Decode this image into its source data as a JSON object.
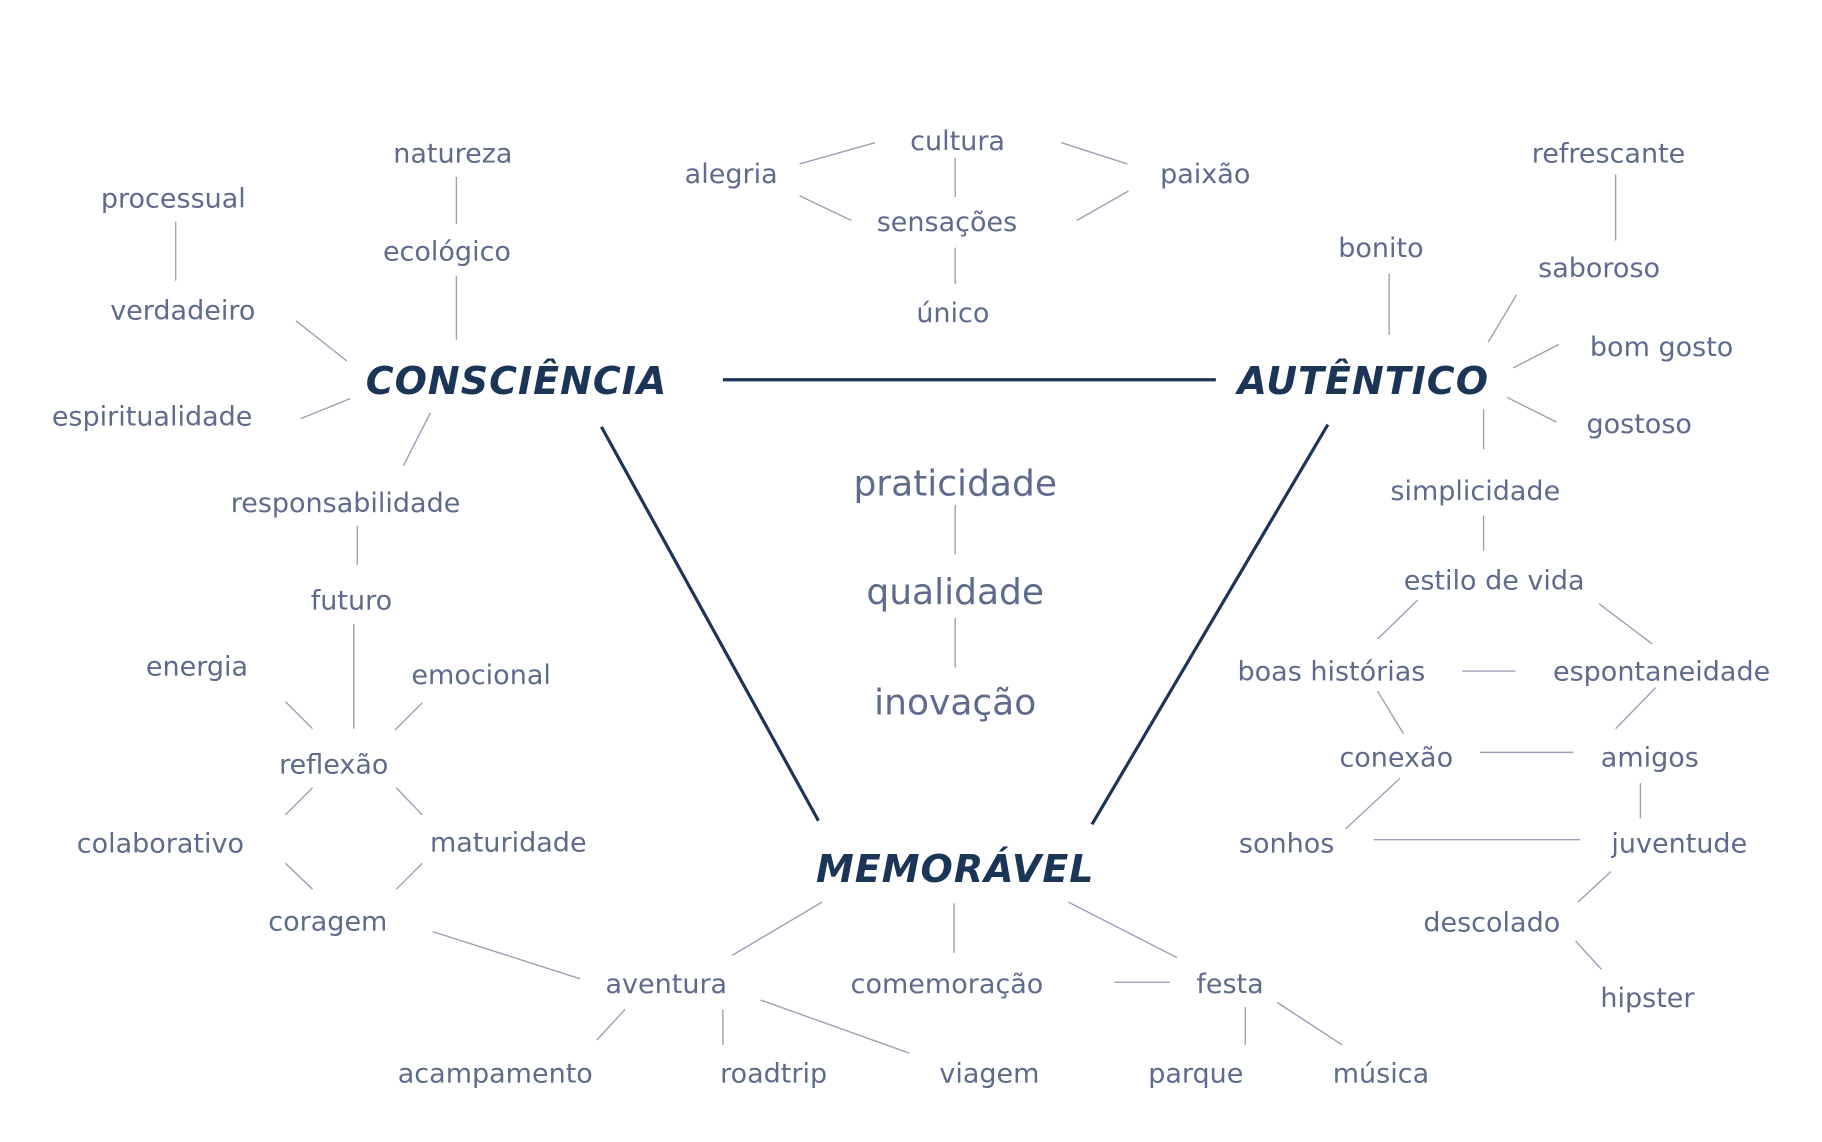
{
  "colors": {
    "hub_text": "#1b3556",
    "word_text": "#5f6b8c",
    "main_line": "#1b3556",
    "thin_line": "#9aa1b7"
  },
  "hubs": [
    {
      "id": "consciencia",
      "label": "CONSCIÊNCIA"
    },
    {
      "id": "autentico",
      "label": "AUTÊNTICO"
    },
    {
      "id": "memoravel",
      "label": "MEMORÁVEL"
    }
  ],
  "center_words": [
    {
      "id": "praticidade",
      "label": "praticidade"
    },
    {
      "id": "qualidade",
      "label": "qualidade"
    },
    {
      "id": "inovacao",
      "label": "inovação"
    }
  ],
  "words": [
    {
      "id": "natureza",
      "label": "natureza"
    },
    {
      "id": "ecologico",
      "label": "ecológico"
    },
    {
      "id": "processual",
      "label": "processual"
    },
    {
      "id": "verdadeiro",
      "label": "verdadeiro"
    },
    {
      "id": "espiritualidade",
      "label": "espiritualidade"
    },
    {
      "id": "responsabilidade",
      "label": "responsabilidade"
    },
    {
      "id": "futuro",
      "label": "futuro"
    },
    {
      "id": "energia",
      "label": "energia"
    },
    {
      "id": "emocional",
      "label": "emocional"
    },
    {
      "id": "reflexao",
      "label": "reflexão"
    },
    {
      "id": "colaborativo",
      "label": "colaborativo"
    },
    {
      "id": "maturidade",
      "label": "maturidade"
    },
    {
      "id": "coragem",
      "label": "coragem"
    },
    {
      "id": "cultura",
      "label": "cultura"
    },
    {
      "id": "alegria",
      "label": "alegria"
    },
    {
      "id": "paixao",
      "label": "paixão"
    },
    {
      "id": "sensacoes",
      "label": "sensações"
    },
    {
      "id": "unico",
      "label": "único"
    },
    {
      "id": "refrescante",
      "label": "refrescante"
    },
    {
      "id": "bonito",
      "label": "bonito"
    },
    {
      "id": "saboroso",
      "label": "saboroso"
    },
    {
      "id": "bom_gosto",
      "label": "bom gosto"
    },
    {
      "id": "gostoso",
      "label": "gostoso"
    },
    {
      "id": "simplicidade",
      "label": "simplicidade"
    },
    {
      "id": "estilo_de_vida",
      "label": "estilo de vida"
    },
    {
      "id": "boas_historias",
      "label": "boas histórias"
    },
    {
      "id": "espontaneidade",
      "label": "espontaneidade"
    },
    {
      "id": "conexao",
      "label": "conexão"
    },
    {
      "id": "amigos",
      "label": "amigos"
    },
    {
      "id": "sonhos",
      "label": "sonhos"
    },
    {
      "id": "juventude",
      "label": "juventude"
    },
    {
      "id": "descolado",
      "label": "descolado"
    },
    {
      "id": "hipster",
      "label": "hipster"
    },
    {
      "id": "aventura",
      "label": "aventura"
    },
    {
      "id": "comemoracao",
      "label": "comemoração"
    },
    {
      "id": "festa",
      "label": "festa"
    },
    {
      "id": "acampamento",
      "label": "acampamento"
    },
    {
      "id": "roadtrip",
      "label": "roadtrip"
    },
    {
      "id": "viagem",
      "label": "viagem"
    },
    {
      "id": "parque",
      "label": "parque"
    },
    {
      "id": "musica",
      "label": "música"
    }
  ],
  "main_edges": [
    [
      "consciencia",
      "autentico"
    ],
    [
      "consciencia",
      "memoravel"
    ],
    [
      "autentico",
      "memoravel"
    ]
  ],
  "edges": [
    [
      "natureza",
      "ecologico"
    ],
    [
      "ecologico",
      "consciencia"
    ],
    [
      "processual",
      "verdadeiro"
    ],
    [
      "verdadeiro",
      "consciencia"
    ],
    [
      "espiritualidade",
      "consciencia"
    ],
    [
      "consciencia",
      "responsabilidade"
    ],
    [
      "responsabilidade",
      "futuro"
    ],
    [
      "futuro",
      "reflexao"
    ],
    [
      "energia",
      "reflexao"
    ],
    [
      "emocional",
      "reflexao"
    ],
    [
      "reflexao",
      "colaborativo"
    ],
    [
      "reflexao",
      "maturidade"
    ],
    [
      "colaborativo",
      "coragem"
    ],
    [
      "maturidade",
      "coragem"
    ],
    [
      "coragem",
      "aventura"
    ],
    [
      "alegria",
      "cultura"
    ],
    [
      "alegria",
      "sensacoes"
    ],
    [
      "cultura",
      "paixao"
    ],
    [
      "sensacoes",
      "paixao"
    ],
    [
      "cultura",
      "sensacoes"
    ],
    [
      "sensacoes",
      "unico"
    ],
    [
      "refrescante",
      "saboroso"
    ],
    [
      "bonito",
      "autentico"
    ],
    [
      "saboroso",
      "autentico"
    ],
    [
      "bom_gosto",
      "autentico"
    ],
    [
      "gostoso",
      "autentico"
    ],
    [
      "autentico",
      "simplicidade"
    ],
    [
      "simplicidade",
      "estilo_de_vida"
    ],
    [
      "estilo_de_vida",
      "boas_historias"
    ],
    [
      "estilo_de_vida",
      "espontaneidade"
    ],
    [
      "boas_historias",
      "espontaneidade"
    ],
    [
      "boas_historias",
      "conexao"
    ],
    [
      "espontaneidade",
      "amigos"
    ],
    [
      "conexao",
      "amigos"
    ],
    [
      "conexao",
      "sonhos"
    ],
    [
      "sonhos",
      "juventude"
    ],
    [
      "amigos",
      "juventude"
    ],
    [
      "juventude",
      "descolado"
    ],
    [
      "descolado",
      "hipster"
    ],
    [
      "praticidade",
      "qualidade"
    ],
    [
      "qualidade",
      "inovacao"
    ],
    [
      "memoravel",
      "aventura"
    ],
    [
      "memoravel",
      "comemoracao"
    ],
    [
      "memoravel",
      "festa"
    ],
    [
      "comemoracao",
      "festa"
    ],
    [
      "aventura",
      "acampamento"
    ],
    [
      "aventura",
      "roadtrip"
    ],
    [
      "aventura",
      "viagem"
    ],
    [
      "festa",
      "parque"
    ],
    [
      "festa",
      "musica"
    ]
  ]
}
